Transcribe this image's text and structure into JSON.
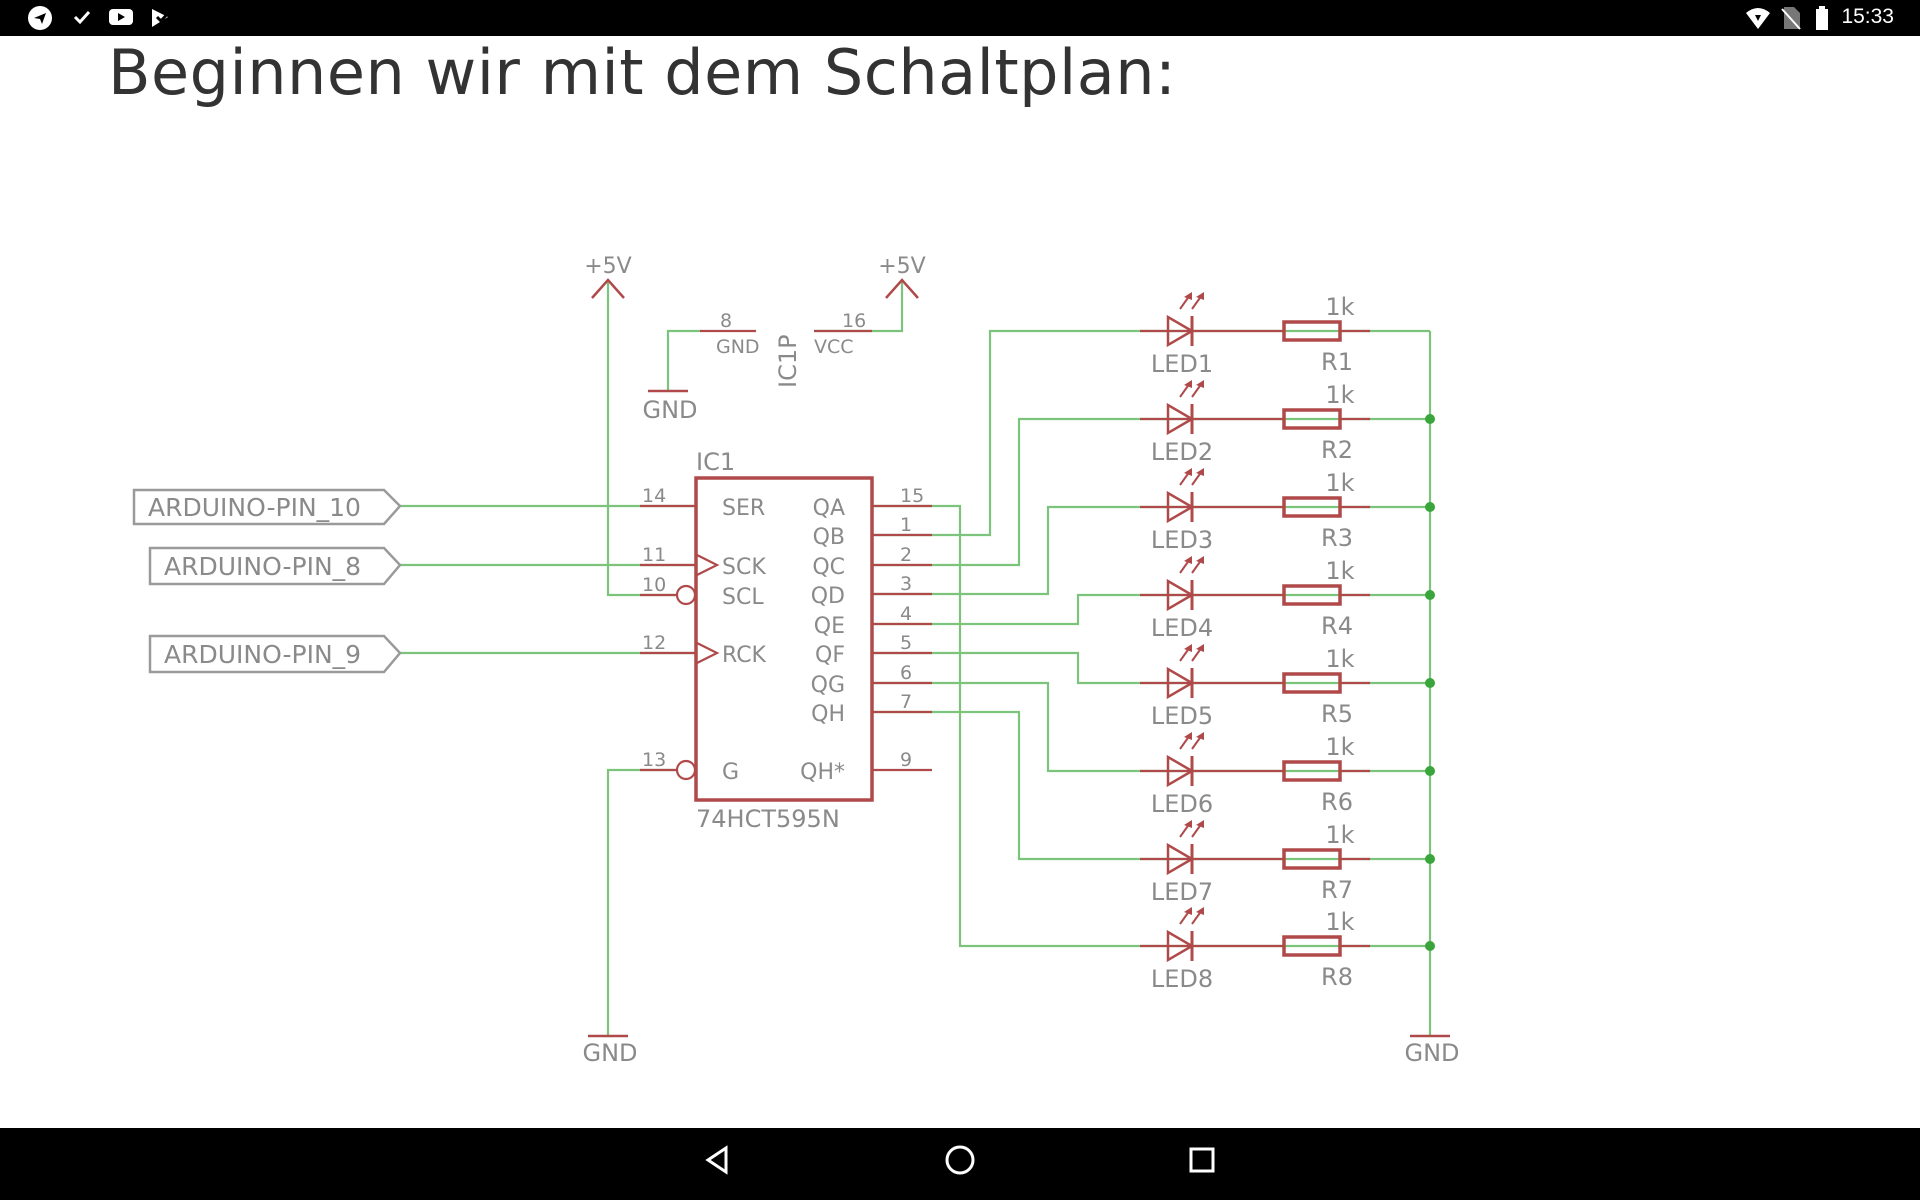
{
  "status_bar": {
    "time": "15:33",
    "left_icons": [
      "telegram-icon",
      "check-icon",
      "youtube-icon",
      "tasks-icon"
    ],
    "right_icons": [
      "wifi-icon",
      "no-sim-icon",
      "battery-icon"
    ]
  },
  "page": {
    "title": "Beginnen wir mit dem Schaltplan:"
  },
  "schematic": {
    "colors": {
      "wire": "#7cc47c",
      "component": "#b04a4a",
      "label": "#8a8a8a",
      "junction": "#3aa53a"
    },
    "supply": {
      "vcc_label": "+5V",
      "gnd_label": "GND"
    },
    "power_part": {
      "name": "IC1P",
      "gnd_pin_number": "8",
      "gnd_pin_name": "GND",
      "vcc_pin_number": "16",
      "vcc_pin_name": "VCC"
    },
    "ic": {
      "name": "IC1",
      "part": "74HCT595N",
      "left_pins": [
        {
          "number": "14",
          "name": "SER"
        },
        {
          "number": "11",
          "name": "SCK"
        },
        {
          "number": "10",
          "name": "SCL"
        },
        {
          "number": "12",
          "name": "RCK"
        },
        {
          "number": "13",
          "name": "G"
        }
      ],
      "right_pins": [
        {
          "number": "15",
          "name": "QA"
        },
        {
          "number": "1",
          "name": "QB"
        },
        {
          "number": "2",
          "name": "QC"
        },
        {
          "number": "3",
          "name": "QD"
        },
        {
          "number": "4",
          "name": "QE"
        },
        {
          "number": "5",
          "name": "QF"
        },
        {
          "number": "6",
          "name": "QG"
        },
        {
          "number": "7",
          "name": "QH"
        },
        {
          "number": "9",
          "name": "QH*"
        }
      ]
    },
    "connectors": [
      "ARDUINO-PIN_10",
      "ARDUINO-PIN_8",
      "ARDUINO-PIN_9"
    ],
    "leds": [
      "LED1",
      "LED2",
      "LED3",
      "LED4",
      "LED5",
      "LED6",
      "LED7",
      "LED8"
    ],
    "resistors": [
      "R1",
      "R2",
      "R3",
      "R4",
      "R5",
      "R6",
      "R7",
      "R8"
    ],
    "resistor_value": "1k"
  },
  "nav_bar": {
    "buttons": [
      "back-button",
      "home-button",
      "recents-button"
    ]
  }
}
